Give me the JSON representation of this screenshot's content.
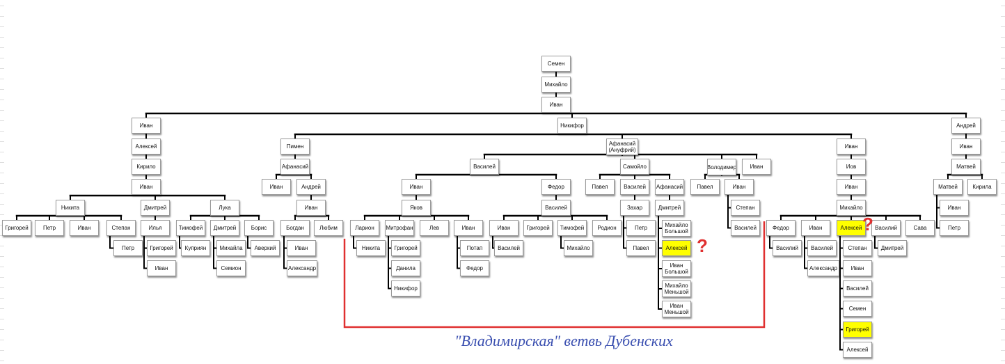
{
  "colors": {
    "connector": "#000000",
    "highlight": "#ffff00",
    "question_mark": "#e03030",
    "bracket": "#e03030",
    "caption": "#3a4fb0"
  },
  "nodes": [
    {
      "id": "n1",
      "label": "Семен"
    },
    {
      "id": "n2",
      "label": "Михайло"
    },
    {
      "id": "n3",
      "label": "Иван"
    },
    {
      "id": "a1",
      "label": "Иван"
    },
    {
      "id": "a2",
      "label": "Алексей"
    },
    {
      "id": "a3",
      "label": "Кирило"
    },
    {
      "id": "a4",
      "label": "Иван"
    },
    {
      "id": "a5",
      "label": "Никита"
    },
    {
      "id": "a6",
      "label": "Дмитрей"
    },
    {
      "id": "a7",
      "label": "Лука"
    },
    {
      "id": "a8",
      "label": "Григорей"
    },
    {
      "id": "a9",
      "label": "Петр"
    },
    {
      "id": "a10",
      "label": "Иван"
    },
    {
      "id": "a11",
      "label": "Степан"
    },
    {
      "id": "a12",
      "label": "Петр"
    },
    {
      "id": "a13",
      "label": "Илья"
    },
    {
      "id": "a14",
      "label": "Григорей"
    },
    {
      "id": "a15",
      "label": "Иван"
    },
    {
      "id": "a16",
      "label": "Тимофей"
    },
    {
      "id": "a17",
      "label": "Куприян"
    },
    {
      "id": "a18",
      "label": "Дмитрей"
    },
    {
      "id": "a19",
      "label": "Михайла"
    },
    {
      "id": "a20",
      "label": "Семион"
    },
    {
      "id": "a21",
      "label": "Борис"
    },
    {
      "id": "a22",
      "label": "Аверкий"
    },
    {
      "id": "b0",
      "label": "Никифор"
    },
    {
      "id": "b1",
      "label": "Пимен"
    },
    {
      "id": "b2",
      "label": "Афанасий"
    },
    {
      "id": "b3",
      "label": "Иван"
    },
    {
      "id": "b4",
      "label": "Андрей"
    },
    {
      "id": "b5",
      "label": "Иван"
    },
    {
      "id": "b6",
      "label": "Богдан"
    },
    {
      "id": "b7",
      "label": "Любим"
    },
    {
      "id": "b8",
      "label": "Иван"
    },
    {
      "id": "b9",
      "label": "Александр"
    },
    {
      "id": "c0",
      "label": "Афанасий (Ануфрий)"
    },
    {
      "id": "c1",
      "label": "Василей"
    },
    {
      "id": "c2",
      "label": "Иван"
    },
    {
      "id": "c3",
      "label": "Яков"
    },
    {
      "id": "c4",
      "label": "Ларион"
    },
    {
      "id": "c5",
      "label": "Никита"
    },
    {
      "id": "c6",
      "label": "Митрофан"
    },
    {
      "id": "c7",
      "label": "Григорей"
    },
    {
      "id": "c8",
      "label": "Данила"
    },
    {
      "id": "c9",
      "label": "Никифор"
    },
    {
      "id": "c10",
      "label": "Лев"
    },
    {
      "id": "c11",
      "label": "Иван"
    },
    {
      "id": "c12",
      "label": "Потап"
    },
    {
      "id": "c13",
      "label": "Федор"
    },
    {
      "id": "c14",
      "label": "Федор"
    },
    {
      "id": "c15",
      "label": "Василей"
    },
    {
      "id": "c16",
      "label": "Иван"
    },
    {
      "id": "c17",
      "label": "Василей"
    },
    {
      "id": "c18",
      "label": "Григорей"
    },
    {
      "id": "c19",
      "label": "Тимофей"
    },
    {
      "id": "c20",
      "label": "Михайло"
    },
    {
      "id": "c21",
      "label": "Родион"
    },
    {
      "id": "d1",
      "label": "Самойло"
    },
    {
      "id": "d2",
      "label": "Павел"
    },
    {
      "id": "d3",
      "label": "Василей"
    },
    {
      "id": "d4",
      "label": "Захар"
    },
    {
      "id": "d5",
      "label": "Петр"
    },
    {
      "id": "d6",
      "label": "Павел"
    },
    {
      "id": "d7",
      "label": "Афанасий"
    },
    {
      "id": "d8",
      "label": "Дмитрей"
    },
    {
      "id": "d9",
      "label": "Михайло Большой"
    },
    {
      "id": "d10",
      "label": "Алексей"
    },
    {
      "id": "d11",
      "label": "Иван Большой"
    },
    {
      "id": "d12",
      "label": "Михайло Меньшой"
    },
    {
      "id": "d13",
      "label": "Иван Меньшой"
    },
    {
      "id": "e1",
      "label": "Володимер"
    },
    {
      "id": "e2",
      "label": "Павел"
    },
    {
      "id": "e3",
      "label": "Иван"
    },
    {
      "id": "e4",
      "label": "Степан"
    },
    {
      "id": "e5",
      "label": "Василей"
    },
    {
      "id": "e6",
      "label": "Иван"
    },
    {
      "id": "f1",
      "label": "Иван"
    },
    {
      "id": "f2",
      "label": "Иов"
    },
    {
      "id": "f3",
      "label": "Иван"
    },
    {
      "id": "f4",
      "label": "Михайло"
    },
    {
      "id": "f5",
      "label": "Федор"
    },
    {
      "id": "f6",
      "label": "Василий"
    },
    {
      "id": "f7",
      "label": "Иван"
    },
    {
      "id": "f8",
      "label": "Василей"
    },
    {
      "id": "f9",
      "label": "Александр"
    },
    {
      "id": "f10",
      "label": "Алексей"
    },
    {
      "id": "f11",
      "label": "Степан"
    },
    {
      "id": "f12",
      "label": "Иван"
    },
    {
      "id": "f13",
      "label": "Василей"
    },
    {
      "id": "f14",
      "label": "Семен"
    },
    {
      "id": "f15",
      "label": "Григорей"
    },
    {
      "id": "f16",
      "label": "Алексей"
    },
    {
      "id": "f17",
      "label": "Василий"
    },
    {
      "id": "f18",
      "label": "Дмитрей"
    },
    {
      "id": "f19",
      "label": "Сава"
    },
    {
      "id": "g1",
      "label": "Андрей"
    },
    {
      "id": "g2",
      "label": "Иван"
    },
    {
      "id": "g3",
      "label": "Матвей"
    },
    {
      "id": "g4",
      "label": "Матвей"
    },
    {
      "id": "g5",
      "label": "Иван"
    },
    {
      "id": "g6",
      "label": "Петр"
    },
    {
      "id": "g7",
      "label": "Кирила"
    }
  ],
  "highlighted": [
    "d10",
    "f10",
    "f15"
  ],
  "edges": [
    [
      "n1",
      "n2"
    ],
    [
      "n2",
      "n3"
    ],
    [
      "n3",
      "a1"
    ],
    [
      "n3",
      "b0"
    ],
    [
      "n3",
      "g1"
    ],
    [
      "a1",
      "a2"
    ],
    [
      "a2",
      "a3"
    ],
    [
      "a3",
      "a4"
    ],
    [
      "a4",
      "a5"
    ],
    [
      "a4",
      "a6"
    ],
    [
      "a4",
      "a7"
    ],
    [
      "a5",
      "a8"
    ],
    [
      "a5",
      "a9"
    ],
    [
      "a5",
      "a10"
    ],
    [
      "a5",
      "a11"
    ],
    [
      "a11",
      "a12"
    ],
    [
      "a6",
      "a13"
    ],
    [
      "a13",
      "a14"
    ],
    [
      "a13",
      "a15"
    ],
    [
      "a7",
      "a16"
    ],
    [
      "a7",
      "a18"
    ],
    [
      "a7",
      "a21"
    ],
    [
      "a16",
      "a17"
    ],
    [
      "a18",
      "a19"
    ],
    [
      "a18",
      "a20"
    ],
    [
      "a21",
      "a22"
    ],
    [
      "b0",
      "b1"
    ],
    [
      "b0",
      "c0"
    ],
    [
      "b0",
      "f1"
    ],
    [
      "b1",
      "b2"
    ],
    [
      "b2",
      "b3"
    ],
    [
      "b2",
      "b4"
    ],
    [
      "b4",
      "b5"
    ],
    [
      "b5",
      "b6"
    ],
    [
      "b5",
      "b7"
    ],
    [
      "b6",
      "b8"
    ],
    [
      "b6",
      "b9"
    ],
    [
      "c0",
      "c1"
    ],
    [
      "c0",
      "d1"
    ],
    [
      "c0",
      "e1"
    ],
    [
      "c0",
      "e6"
    ],
    [
      "c1",
      "c2"
    ],
    [
      "c1",
      "c14"
    ],
    [
      "c2",
      "c3"
    ],
    [
      "c3",
      "c4"
    ],
    [
      "c3",
      "c6"
    ],
    [
      "c3",
      "c10"
    ],
    [
      "c3",
      "c11"
    ],
    [
      "c4",
      "c5"
    ],
    [
      "c6",
      "c7"
    ],
    [
      "c6",
      "c8"
    ],
    [
      "c6",
      "c9"
    ],
    [
      "c11",
      "c12"
    ],
    [
      "c11",
      "c13"
    ],
    [
      "c14",
      "c15"
    ],
    [
      "c15",
      "c16"
    ],
    [
      "c15",
      "c18"
    ],
    [
      "c15",
      "c19"
    ],
    [
      "c15",
      "c21"
    ],
    [
      "c16",
      "c17"
    ],
    [
      "c19",
      "c20"
    ],
    [
      "d1",
      "d2"
    ],
    [
      "d1",
      "d3"
    ],
    [
      "d1",
      "d7"
    ],
    [
      "d3",
      "d4"
    ],
    [
      "d4",
      "d5"
    ],
    [
      "d4",
      "d6"
    ],
    [
      "d7",
      "d8"
    ],
    [
      "d8",
      "d9"
    ],
    [
      "d8",
      "d10"
    ],
    [
      "d8",
      "d11"
    ],
    [
      "d8",
      "d12"
    ],
    [
      "d8",
      "d13"
    ],
    [
      "e1",
      "e2"
    ],
    [
      "e1",
      "e3"
    ],
    [
      "e3",
      "e4"
    ],
    [
      "e3",
      "e5"
    ],
    [
      "f1",
      "f2"
    ],
    [
      "f2",
      "f3"
    ],
    [
      "f3",
      "f4"
    ],
    [
      "f4",
      "f5"
    ],
    [
      "f4",
      "f7"
    ],
    [
      "f4",
      "f10"
    ],
    [
      "f4",
      "f17"
    ],
    [
      "f4",
      "f19"
    ],
    [
      "f5",
      "f6"
    ],
    [
      "f7",
      "f8"
    ],
    [
      "f7",
      "f9"
    ],
    [
      "f10",
      "f11"
    ],
    [
      "f10",
      "f12"
    ],
    [
      "f10",
      "f13"
    ],
    [
      "f10",
      "f14"
    ],
    [
      "f10",
      "f15"
    ],
    [
      "f10",
      "f16"
    ],
    [
      "f17",
      "f18"
    ],
    [
      "g1",
      "g2"
    ],
    [
      "g2",
      "g3"
    ],
    [
      "g3",
      "g4"
    ],
    [
      "g3",
      "g7"
    ],
    [
      "g4",
      "g5"
    ],
    [
      "g4",
      "g6"
    ]
  ],
  "annotations": {
    "question_mark": "?",
    "caption": "\"Владимирская\" ветвь Дубенских"
  }
}
